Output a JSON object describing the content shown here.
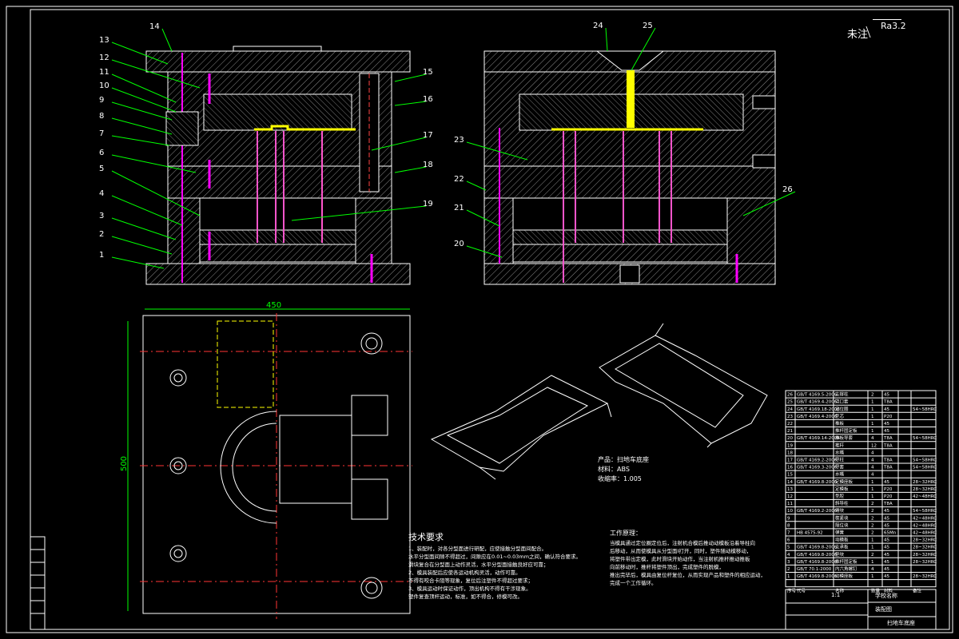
{
  "title_block": {
    "note_label": "未注",
    "roughness": "Ra3.2",
    "dimension_width": "450",
    "dimension_height": "500"
  },
  "part_numbers_left": [
    "1",
    "2",
    "3",
    "4",
    "5",
    "6",
    "7",
    "8",
    "9",
    "10",
    "11",
    "12",
    "13",
    "14",
    "15",
    "16",
    "17",
    "18",
    "19"
  ],
  "part_numbers_right": [
    "20",
    "21",
    "22",
    "23",
    "24",
    "25",
    "26"
  ],
  "product_info": {
    "product": "产品：扫地车底座",
    "material": "材料：ABS",
    "shrinkage": "收缩率：1.005"
  },
  "tech_requirements": {
    "heading": "技术要求",
    "lines": [
      "1、装配时，对各分型面进行研配，应使接触分型面间配合。",
      "水平分型面间隙不得超过，间隙应在0.01~0.03mm之间，确认符合要求。",
      "滑块复合在分型面上动作灵活，水平分型面接触良好应可靠；",
      "2、模具装配后应使各运动机构灵活，动作可靠。",
      "不得有咬合卡阻等现象，复位后注塑件不得超过要求；",
      "3、模具运动时保证动作，顶出机构不得有干涉现象。",
      "塑件复查顶杆运动，标准，如不得合，修模可改。"
    ]
  },
  "work_process": {
    "heading": "工作原理：",
    "lines": [
      "当模具通过定位圈定位后，注射机合模后推动动模板沿着导柱向",
      "后移动，从而使模具从分型面I打开，同时，塑件随动模移动，",
      "将塑件带出定模，此时滑块开始动作，当注射机推杆推动推板",
      "向前移动时，推杆将塑件顶出，完成塑件的脱模，",
      "推出完毕后，模具由复位杆复位，从而实现产品和塑件的相应运动，",
      "完成一个工作循环。"
    ]
  },
  "bom_rows": [
    {
      "no": "26",
      "code": "GB/T 4169.5-2006",
      "name": "支撑柱",
      "qty": "2",
      "mat": "45",
      "note": ""
    },
    {
      "no": "25",
      "code": "GB/T 4169.4-2006",
      "name": "浇口套",
      "qty": "1",
      "mat": "T8A",
      "note": ""
    },
    {
      "no": "24",
      "code": "GB/T 4169.18-2006",
      "name": "定位圈",
      "qty": "1",
      "mat": "45",
      "note": "54~58HRC"
    },
    {
      "no": "23",
      "code": "GB/T 4169.4-2006",
      "name": "型芯",
      "qty": "1",
      "mat": "P20",
      "note": ""
    },
    {
      "no": "22",
      "code": "",
      "name": "推板",
      "qty": "1",
      "mat": "45",
      "note": ""
    },
    {
      "no": "21",
      "code": "",
      "name": "推杆固定板",
      "qty": "1",
      "mat": "45",
      "note": ""
    },
    {
      "no": "20",
      "code": "GB/T 4169.14-2006",
      "name": "推板导套",
      "qty": "4",
      "mat": "T8A",
      "note": "54~58HRC"
    },
    {
      "no": "19",
      "code": "",
      "name": "推杆",
      "qty": "12",
      "mat": "T8A",
      "note": ""
    },
    {
      "no": "18",
      "code": "",
      "name": "水嘴",
      "qty": "4",
      "mat": "",
      "note": ""
    },
    {
      "no": "17",
      "code": "GB/T 4169.2-2006",
      "name": "导柱",
      "qty": "4",
      "mat": "T8A",
      "note": "54~58HRC"
    },
    {
      "no": "16",
      "code": "GB/T 4169.3-2006",
      "name": "导套",
      "qty": "4",
      "mat": "T8A",
      "note": "54~58HRC"
    },
    {
      "no": "15",
      "code": "",
      "name": "水嘴",
      "qty": "4",
      "mat": "",
      "note": ""
    },
    {
      "no": "14",
      "code": "GB/T 4169.8-2006",
      "name": "定模座板",
      "qty": "1",
      "mat": "45",
      "note": "28~32HRC"
    },
    {
      "no": "13",
      "code": "",
      "name": "定模板",
      "qty": "1",
      "mat": "P20",
      "note": "28~32HRC"
    },
    {
      "no": "12",
      "code": "",
      "name": "型腔",
      "qty": "1",
      "mat": "P20",
      "note": "42~48HRC"
    },
    {
      "no": "11",
      "code": "",
      "name": "斜导柱",
      "qty": "2",
      "mat": "T8A",
      "note": ""
    },
    {
      "no": "10",
      "code": "GB/T 4169.2-2006",
      "name": "滑块",
      "qty": "2",
      "mat": "45",
      "note": "54~58HRC"
    },
    {
      "no": "9",
      "code": "",
      "name": "楔紧块",
      "qty": "2",
      "mat": "45",
      "note": "42~48HRC"
    },
    {
      "no": "8",
      "code": "",
      "name": "限位块",
      "qty": "2",
      "mat": "45",
      "note": "42~48HRC"
    },
    {
      "no": "7",
      "code": "HB 4575-92",
      "name": "弹簧",
      "qty": "2",
      "mat": "65Mn",
      "note": "42~48HRC"
    },
    {
      "no": "6",
      "code": "",
      "name": "动模板",
      "qty": "1",
      "mat": "45",
      "note": "28~32HRC"
    },
    {
      "no": "5",
      "code": "GB/T 4169.8-2006",
      "name": "支承板",
      "qty": "1",
      "mat": "45",
      "note": "28~32HRC"
    },
    {
      "no": "4",
      "code": "GB/T 4169.8-2006",
      "name": "垫块",
      "qty": "2",
      "mat": "45",
      "note": "28~32HRC"
    },
    {
      "no": "3",
      "code": "GB/T 4169.8-2006",
      "name": "推杆固定板",
      "qty": "1",
      "mat": "45",
      "note": "28~32HRC"
    },
    {
      "no": "2",
      "code": "GB/T 70.1-2000",
      "name": "内六角螺钉",
      "qty": "4",
      "mat": "45",
      "note": ""
    },
    {
      "no": "1",
      "code": "GB/T 4169.8-2006",
      "name": "动模座板",
      "qty": "1",
      "mat": "45",
      "note": "28~32HRC"
    }
  ],
  "bom_header": {
    "no": "序号",
    "code": "代号",
    "name": "名称",
    "qty": "数量",
    "mat": "材料",
    "note": "备注"
  },
  "title_table": {
    "school": "学校名称",
    "drawing": "装配图",
    "product_name": "扫地车底座",
    "scale": "1:1"
  },
  "left_strip_labels": [
    "",
    "",
    "",
    "",
    "",
    "",
    ""
  ]
}
